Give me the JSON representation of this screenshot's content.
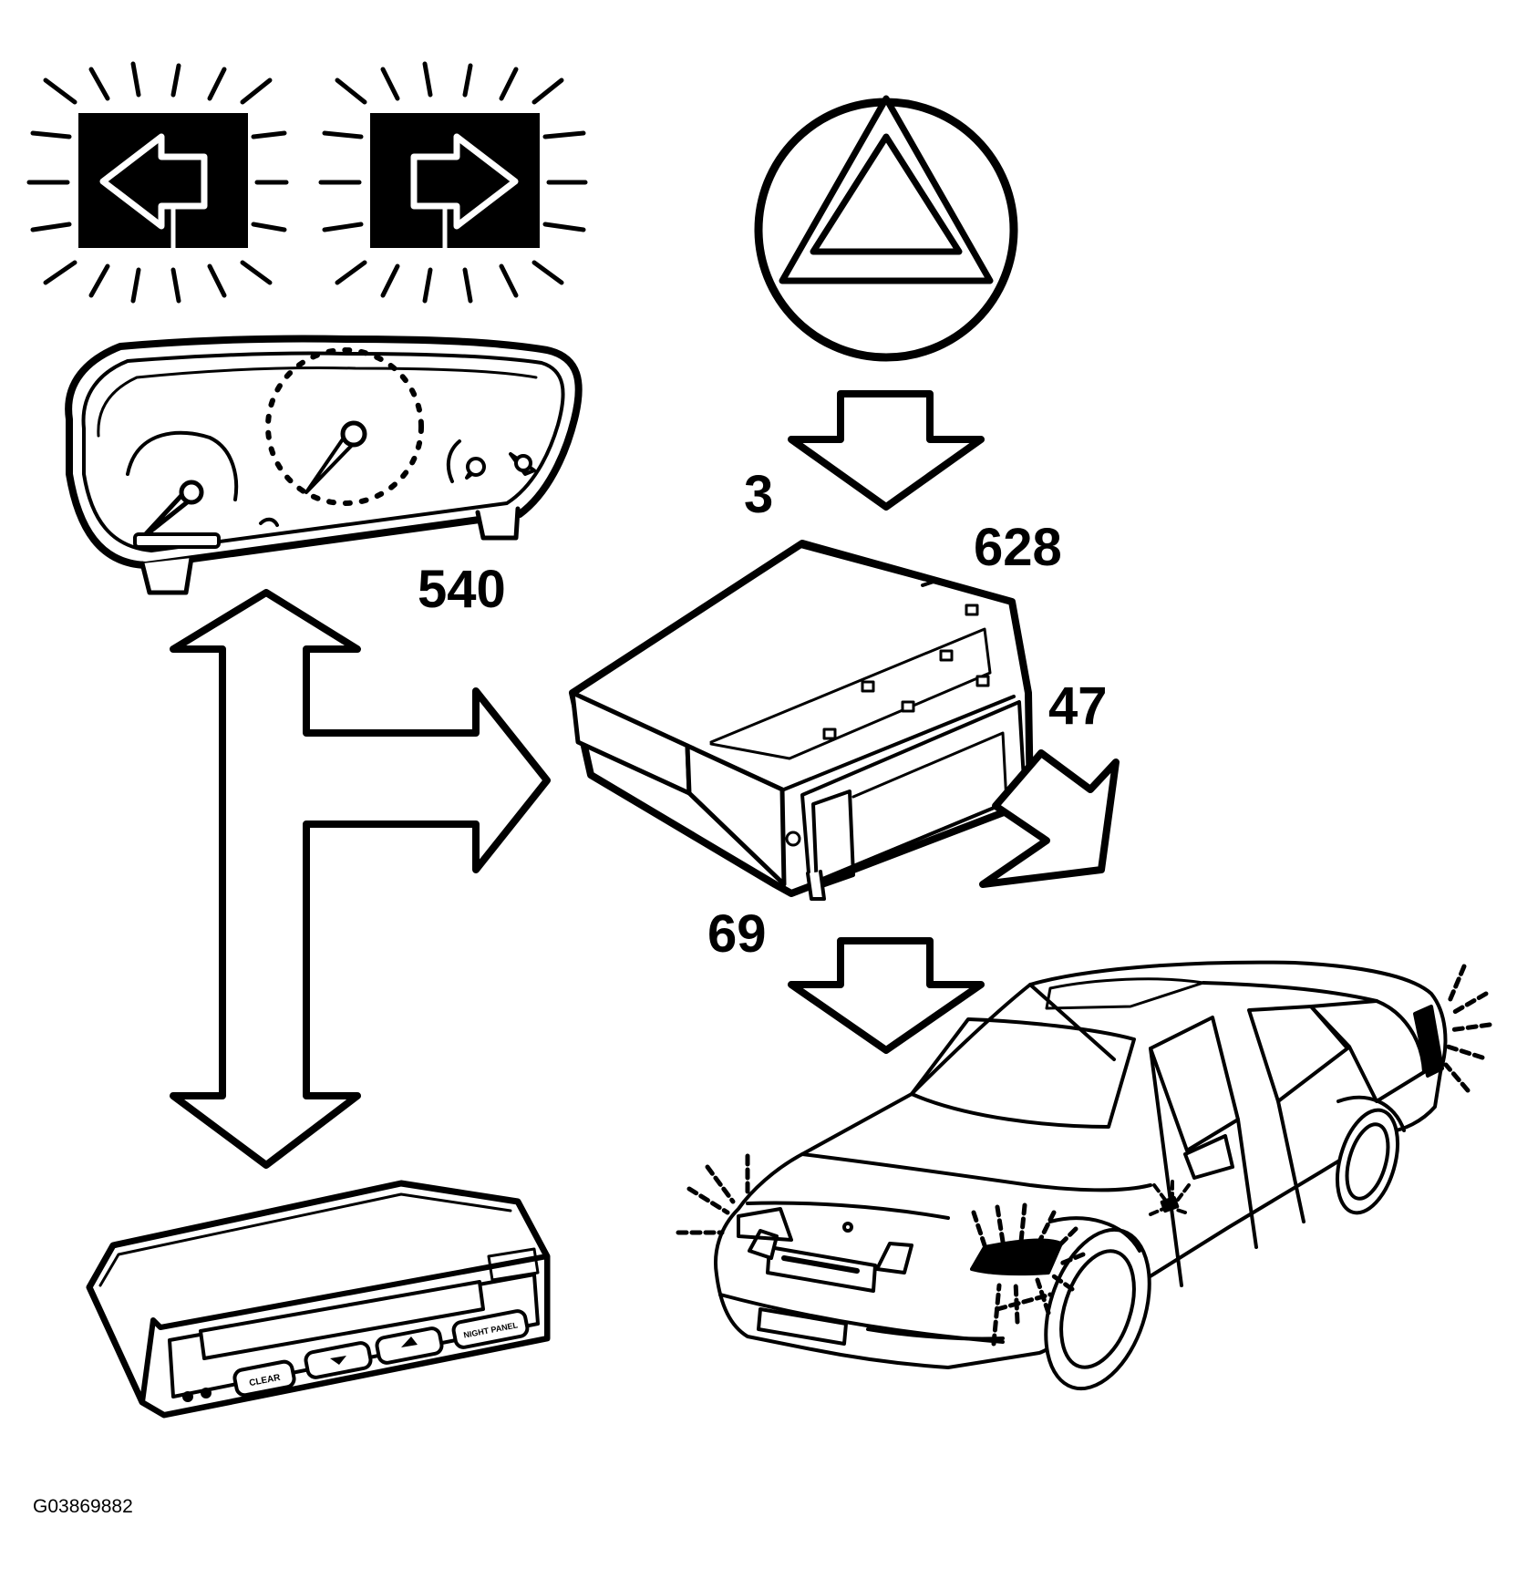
{
  "callouts": {
    "instrument_cluster": "540",
    "hazard_switch": "3",
    "main_module": "628",
    "output_side": "47",
    "output_front": "69"
  },
  "figure_id": "G03869882",
  "sid_buttons": {
    "clear": "CLEAR",
    "night_panel": "NIGHT PANEL"
  },
  "colors": {
    "ink": "#000000",
    "paper": "#ffffff"
  }
}
